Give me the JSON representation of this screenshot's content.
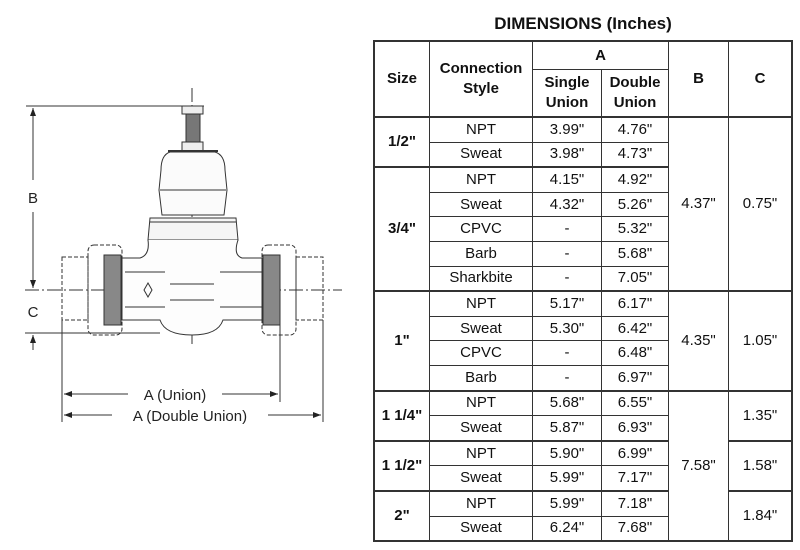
{
  "drawing": {
    "label_b": "B",
    "label_c": "C",
    "label_a_union": "A (Union)",
    "label_a_double": "A (Double Union)"
  },
  "table": {
    "title": "DIMENSIONS (Inches)",
    "headers": {
      "size": "Size",
      "connection": "Connection Style",
      "a": "A",
      "single": "Single Union",
      "double": "Double Union",
      "b": "B",
      "c": "C"
    },
    "groups": [
      {
        "size": "1/2\"",
        "rows": [
          [
            "NPT",
            "3.99\"",
            "4.76\""
          ],
          [
            "Sweat",
            "3.98\"",
            "4.73\""
          ]
        ]
      },
      {
        "size": "3/4\"",
        "rows": [
          [
            "NPT",
            "4.15\"",
            "4.92\""
          ],
          [
            "Sweat",
            "4.32\"",
            "5.26\""
          ],
          [
            "CPVC",
            "-",
            "5.32\""
          ],
          [
            "Barb",
            "-",
            "5.68\""
          ],
          [
            "Sharkbite",
            "-",
            "7.05\""
          ]
        ]
      },
      {
        "size": "1\"",
        "rows": [
          [
            "NPT",
            "5.17\"",
            "6.17\""
          ],
          [
            "Sweat",
            "5.30\"",
            "6.42\""
          ],
          [
            "CPVC",
            "-",
            "6.48\""
          ],
          [
            "Barb",
            "-",
            "6.97\""
          ]
        ]
      },
      {
        "size": "1 1/4\"",
        "rows": [
          [
            "NPT",
            "5.68\"",
            "6.55\""
          ],
          [
            "Sweat",
            "5.87\"",
            "6.93\""
          ]
        ]
      },
      {
        "size": "1 1/2\"",
        "rows": [
          [
            "NPT",
            "5.90\"",
            "6.99\""
          ],
          [
            "Sweat",
            "5.99\"",
            "7.17\""
          ]
        ]
      },
      {
        "size": "2\"",
        "rows": [
          [
            "NPT",
            "5.99\"",
            "7.18\""
          ],
          [
            "Sweat",
            "6.24\"",
            "7.68\""
          ]
        ]
      }
    ],
    "b_values": [
      {
        "value": "4.37\"",
        "span": 7
      },
      {
        "value": "4.35\"",
        "span": 4
      },
      {
        "value": "7.58\"",
        "span": 6
      }
    ],
    "c_values": [
      {
        "value": "0.75\"",
        "span": 7
      },
      {
        "value": "1.05\"",
        "span": 4
      },
      {
        "value": "1.35\"",
        "span": 2
      },
      {
        "value": "1.58\"",
        "span": 2
      },
      {
        "value": "1.84\"",
        "span": 2
      }
    ]
  }
}
